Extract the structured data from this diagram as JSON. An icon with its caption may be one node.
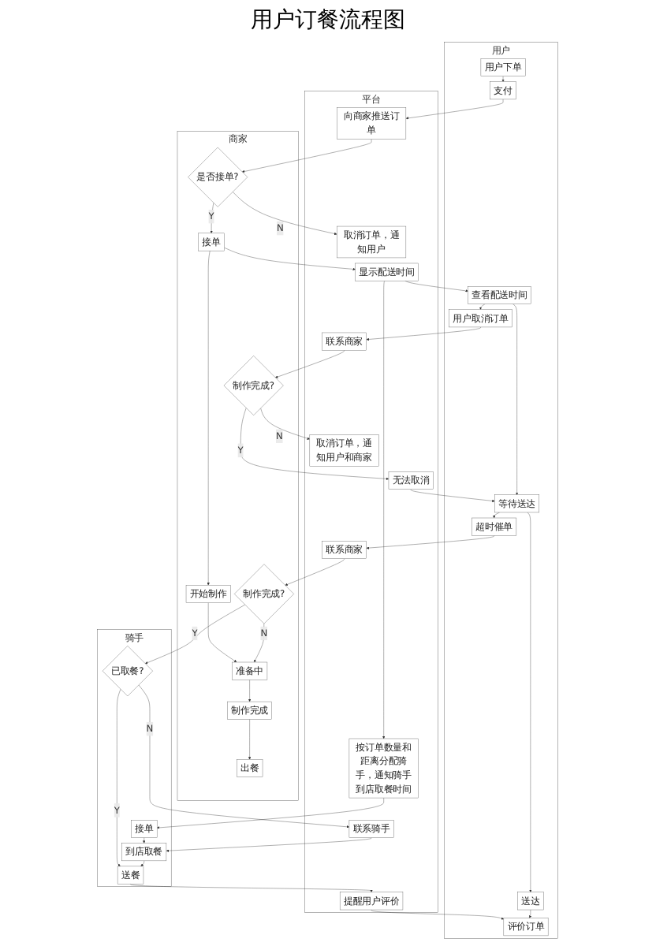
{
  "diagram": {
    "title": "用户订餐流程图",
    "nodes": [
      {
        "text": [
          "用户"
        ]
      },
      {
        "text": [
          "平台"
        ]
      },
      {
        "text": [
          "商家"
        ]
      },
      {
        "text": [
          "骑手"
        ]
      },
      {
        "text": [
          "用户下单"
        ],
        "in": 0
      },
      {
        "text": [
          "支付"
        ],
        "in": 0
      },
      {
        "text": [
          "查看配送时间"
        ],
        "in": 0
      },
      {
        "text": [
          "用户取消订单"
        ],
        "in": 0
      },
      {
        "text": [
          "等待送达"
        ],
        "in": 0
      },
      {
        "text": [
          "超时催单"
        ],
        "in": 0
      },
      {
        "text": [
          "送达"
        ],
        "in": 0
      },
      {
        "text": [
          "评价订单"
        ],
        "in": 0
      },
      {
        "text": [
          "取消订单，通知用户"
        ],
        "in": 1
      },
      {
        "text": [
          "向商家推送订单"
        ],
        "in": 1
      },
      {
        "text": [
          "显示配送时间"
        ],
        "in": 1
      },
      {
        "text": [
          "按订单数量和距离分配骑手，通知骑手到店取餐时间"
        ],
        "in": 1
      },
      {
        "text": [
          "取消订单，通知用户和商家"
        ],
        "in": 1
      },
      {
        "text": [
          "联系商家"
        ],
        "in": 1
      },
      {
        "text": [
          "无法取消"
        ],
        "in": 1
      },
      {
        "text": [
          "联系商家"
        ],
        "in": 1
      },
      {
        "text": [
          "联系骑手"
        ],
        "in": 1
      },
      {
        "text": [
          "提醒用户评价"
        ],
        "in": 1
      },
      {
        "text": [
          "是否接单?"
        ],
        "in": 2
      },
      {
        "text": [
          "接单"
        ],
        "in": 2
      },
      {
        "text": [
          "开始制作"
        ],
        "in": 2
      },
      {
        "text": [
          "准备中"
        ],
        "in": 2
      },
      {
        "text": [
          "制作完成?"
        ],
        "in": 2
      },
      {
        "text": [
          "制作完成"
        ],
        "in": 2
      },
      {
        "text": [
          "出餐"
        ],
        "in": 2
      },
      {
        "text": [
          "制作完成?"
        ],
        "in": 2
      },
      {
        "text": [
          "已取餐?"
        ],
        "in": 3
      },
      {
        "text": [
          "接单"
        ],
        "in": 3
      },
      {
        "text": [
          "到店取餐"
        ],
        "in": 3
      },
      {
        "text": [
          "送餐"
        ],
        "in": 3
      }
    ],
    "edges": [
      {
        "from": 4,
        "to": 5,
        "arrow": "to"
      },
      {
        "from": 5,
        "to": 13,
        "arrow": "to"
      },
      {
        "from": 13,
        "to": 22,
        "arrow": "to"
      },
      {
        "from": 22,
        "to": 12,
        "arrow": "to",
        "label": "N"
      },
      {
        "from": 22,
        "to": 23,
        "arrow": "to",
        "label": "Y"
      },
      {
        "from": 23,
        "to": 14,
        "arrow": "to"
      },
      {
        "from": 14,
        "to": 6,
        "arrow": "to"
      },
      {
        "from": 14,
        "to": 15,
        "arrow": "to"
      },
      {
        "from": 15,
        "to": 31,
        "arrow": "to"
      },
      {
        "from": 23,
        "to": 24,
        "arrow": "to"
      },
      {
        "from": 24,
        "to": 25,
        "arrow": "to"
      },
      {
        "from": 6,
        "to": 7,
        "arrow": "to"
      },
      {
        "from": 6,
        "to": 8,
        "arrow": "to"
      },
      {
        "from": 7,
        "to": 17,
        "arrow": "to"
      },
      {
        "from": 17,
        "to": 26,
        "arrow": "to"
      },
      {
        "from": 26,
        "to": 16,
        "arrow": "to",
        "label": "N"
      },
      {
        "from": 26,
        "to": 18,
        "arrow": "to",
        "label": "Y"
      },
      {
        "from": 18,
        "to": 8,
        "arrow": "to"
      },
      {
        "from": 25,
        "to": 27,
        "arrow": "to"
      },
      {
        "from": 27,
        "to": 28,
        "arrow": "to"
      },
      {
        "from": 29,
        "to": 25,
        "arrow": "to",
        "label": "N"
      },
      {
        "from": 8,
        "to": 9,
        "arrow": "to"
      },
      {
        "from": 8,
        "to": 10,
        "arrow": "to"
      },
      {
        "from": 9,
        "to": 19,
        "arrow": "to"
      },
      {
        "from": 19,
        "to": 29,
        "arrow": "to"
      },
      {
        "from": 29,
        "to": 30,
        "arrow": "to",
        "label": "Y"
      },
      {
        "from": 30,
        "to": 20,
        "arrow": "to",
        "label": "N"
      },
      {
        "from": 30,
        "to": 33,
        "arrow": "to",
        "label": "Y"
      },
      {
        "from": 20,
        "to": 32,
        "arrow": "to"
      },
      {
        "from": 31,
        "to": 32,
        "arrow": "to"
      },
      {
        "from": 32,
        "to": 33,
        "arrow": "to"
      },
      {
        "from": 33,
        "to": 21,
        "arrow": "to"
      },
      {
        "from": 21,
        "to": 11,
        "arrow": "to"
      },
      {
        "from": 10,
        "to": 11,
        "arrow": "to"
      }
    ]
  }
}
